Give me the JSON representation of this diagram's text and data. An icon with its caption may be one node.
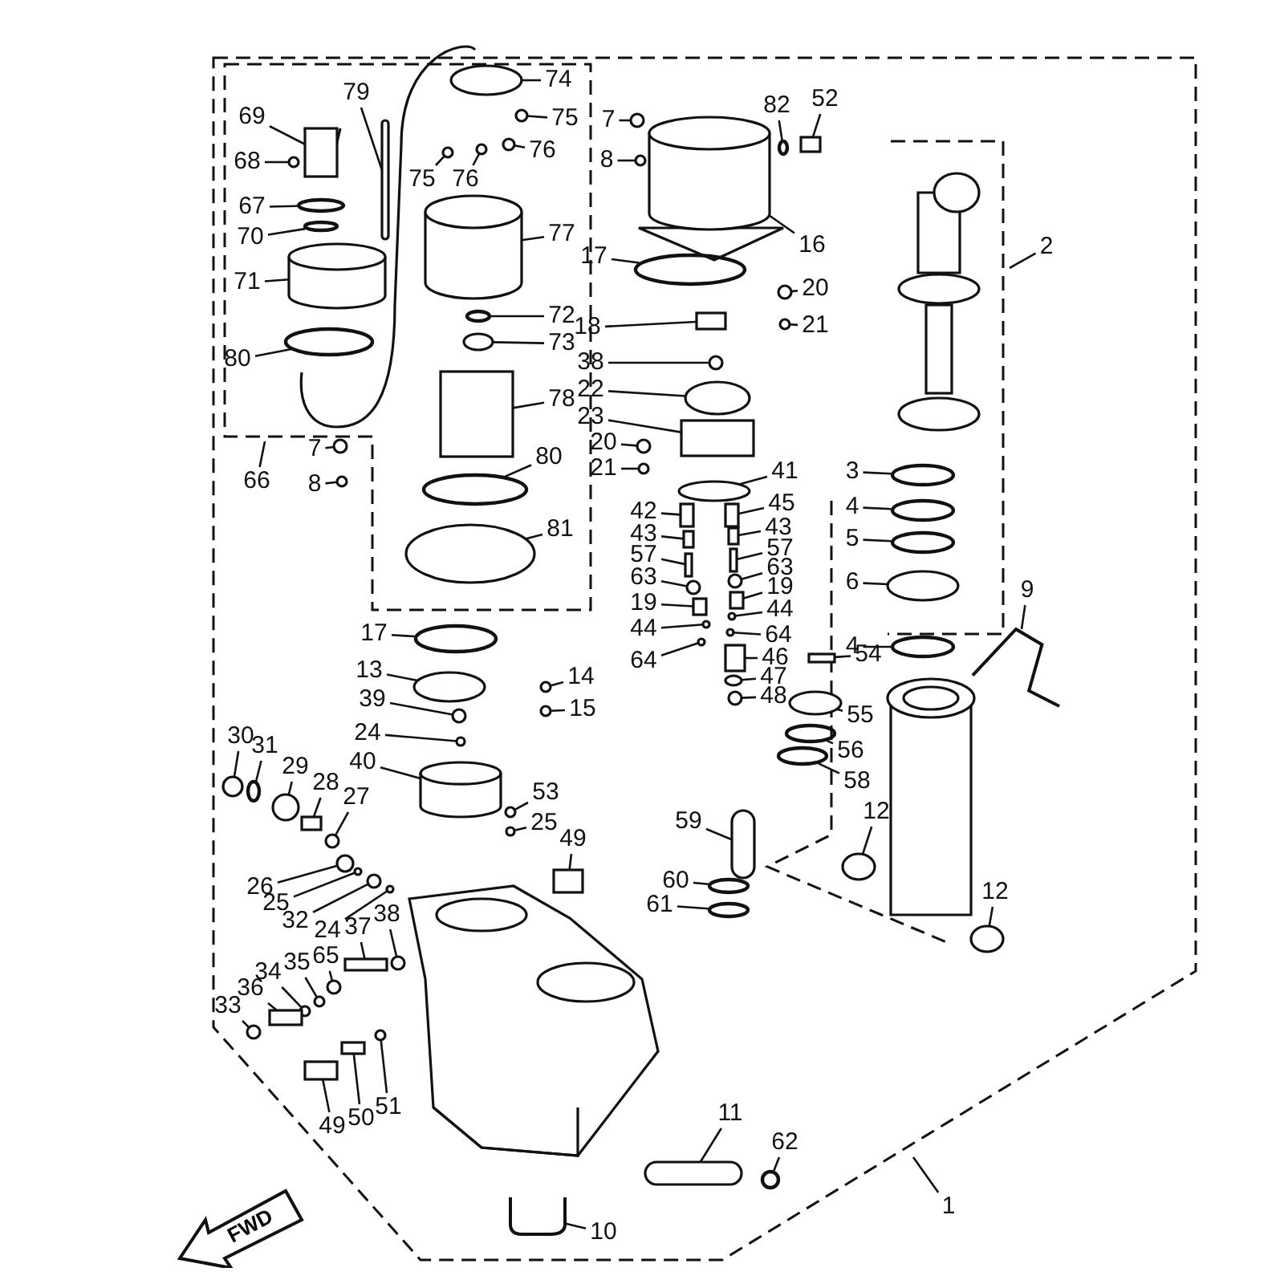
{
  "diagram": {
    "nodes": [
      {
        "text": [
          "79"
        ]
      },
      {
        "text": [
          "74"
        ]
      },
      {
        "text": [
          "69"
        ]
      },
      {
        "text": [
          "75"
        ]
      },
      {
        "text": [
          "76"
        ]
      },
      {
        "text": [
          "68"
        ]
      },
      {
        "text": [
          "75"
        ]
      },
      {
        "text": [
          "76"
        ]
      },
      {
        "text": [
          "67"
        ]
      },
      {
        "text": [
          "70"
        ]
      },
      {
        "text": [
          "71"
        ]
      },
      {
        "text": [
          "77"
        ]
      },
      {
        "text": [
          "72"
        ]
      },
      {
        "text": [
          "73"
        ]
      },
      {
        "text": [
          "80"
        ]
      },
      {
        "text": [
          "78"
        ]
      },
      {
        "text": [
          "80"
        ]
      },
      {
        "text": [
          "66"
        ]
      },
      {
        "text": [
          "7"
        ]
      },
      {
        "text": [
          "8"
        ]
      },
      {
        "text": [
          "81"
        ]
      },
      {
        "text": [
          "7"
        ]
      },
      {
        "text": [
          "8"
        ]
      },
      {
        "text": [
          "82"
        ]
      },
      {
        "text": [
          "52"
        ]
      },
      {
        "text": [
          "16"
        ]
      },
      {
        "text": [
          "17"
        ]
      },
      {
        "text": [
          "2"
        ]
      },
      {
        "text": [
          "20"
        ]
      },
      {
        "text": [
          "21"
        ]
      },
      {
        "text": [
          "18"
        ]
      },
      {
        "text": [
          "38"
        ]
      },
      {
        "text": [
          "22"
        ]
      },
      {
        "text": [
          "23"
        ]
      },
      {
        "text": [
          "20"
        ]
      },
      {
        "text": [
          "21"
        ]
      },
      {
        "text": [
          "41"
        ]
      },
      {
        "text": [
          "42"
        ]
      },
      {
        "text": [
          "45"
        ]
      },
      {
        "text": [
          "43"
        ]
      },
      {
        "text": [
          "43"
        ]
      },
      {
        "text": [
          "57"
        ]
      },
      {
        "text": [
          "57"
        ]
      },
      {
        "text": [
          "63"
        ]
      },
      {
        "text": [
          "63"
        ]
      },
      {
        "text": [
          "19"
        ]
      },
      {
        "text": [
          "19"
        ]
      },
      {
        "text": [
          "44"
        ]
      },
      {
        "text": [
          "44"
        ]
      },
      {
        "text": [
          "64"
        ]
      },
      {
        "text": [
          "64"
        ]
      },
      {
        "text": [
          "46"
        ]
      },
      {
        "text": [
          "47"
        ]
      },
      {
        "text": [
          "48"
        ]
      },
      {
        "text": [
          "3"
        ]
      },
      {
        "text": [
          "4"
        ]
      },
      {
        "text": [
          "5"
        ]
      },
      {
        "text": [
          "6"
        ]
      },
      {
        "text": [
          "4"
        ]
      },
      {
        "text": [
          "9"
        ]
      },
      {
        "text": [
          "54"
        ]
      },
      {
        "text": [
          "55"
        ]
      },
      {
        "text": [
          "56"
        ]
      },
      {
        "text": [
          "58"
        ]
      },
      {
        "text": [
          "59"
        ]
      },
      {
        "text": [
          "60"
        ]
      },
      {
        "text": [
          "61"
        ]
      },
      {
        "text": [
          "12"
        ]
      },
      {
        "text": [
          "12"
        ]
      },
      {
        "text": [
          "17"
        ]
      },
      {
        "text": [
          "13"
        ]
      },
      {
        "text": [
          "39"
        ]
      },
      {
        "text": [
          "14"
        ]
      },
      {
        "text": [
          "15"
        ]
      },
      {
        "text": [
          "24"
        ]
      },
      {
        "text": [
          "40"
        ]
      },
      {
        "text": [
          "53"
        ]
      },
      {
        "text": [
          "25"
        ]
      },
      {
        "text": [
          "49"
        ]
      },
      {
        "text": [
          "30"
        ]
      },
      {
        "text": [
          "31"
        ]
      },
      {
        "text": [
          "29"
        ]
      },
      {
        "text": [
          "28"
        ]
      },
      {
        "text": [
          "27"
        ]
      },
      {
        "text": [
          "26"
        ]
      },
      {
        "text": [
          "25"
        ]
      },
      {
        "text": [
          "32"
        ]
      },
      {
        "text": [
          "24"
        ]
      },
      {
        "text": [
          "37"
        ]
      },
      {
        "text": [
          "38"
        ]
      },
      {
        "text": [
          "34"
        ]
      },
      {
        "text": [
          "35"
        ]
      },
      {
        "text": [
          "65"
        ]
      },
      {
        "text": [
          "36"
        ]
      },
      {
        "text": [
          "33"
        ]
      },
      {
        "text": [
          "49"
        ]
      },
      {
        "text": [
          "50"
        ]
      },
      {
        "text": [
          "51"
        ]
      },
      {
        "text": [
          "11"
        ]
      },
      {
        "text": [
          "62"
        ]
      },
      {
        "text": [
          "10"
        ]
      },
      {
        "text": [
          "1"
        ]
      },
      {
        "text": [
          "FWD"
        ]
      },
      {
        "text": [],
        "shape": "bar"
      },
      {
        "text": [],
        "shape": "circle"
      },
      {
        "text": [],
        "shape": "box"
      },
      {
        "text": [],
        "shape": "circle"
      },
      {
        "text": [],
        "shape": "circle"
      },
      {
        "text": [],
        "shape": "circle"
      },
      {
        "text": [],
        "shape": "circle"
      },
      {
        "text": [],
        "shape": "circle"
      },
      {
        "text": [],
        "shape": "ring"
      },
      {
        "text": [],
        "shape": "ring"
      },
      {
        "text": [],
        "shape": "cylinder"
      },
      {
        "text": [],
        "shape": "cylinder"
      },
      {
        "text": [],
        "shape": "ring"
      },
      {
        "text": [],
        "shape": "circle"
      },
      {
        "text": [],
        "shape": "ring"
      },
      {
        "text": [],
        "shape": "box"
      },
      {
        "text": [],
        "shape": "ring"
      },
      {
        "text": [],
        "shape": "circle"
      },
      {
        "text": [],
        "shape": "circle"
      },
      {
        "text": [],
        "shape": "circle"
      },
      {
        "text": [],
        "shape": "circle"
      },
      {
        "text": [],
        "shape": "circle"
      },
      {
        "text": [],
        "shape": "ring"
      },
      {
        "text": [],
        "shape": "box"
      },
      {
        "text": [],
        "shape": "cylinder"
      },
      {
        "text": [],
        "shape": "ring"
      },
      {
        "text": [],
        "shape": "circle"
      },
      {
        "text": [],
        "shape": "circle"
      },
      {
        "text": [],
        "shape": "box"
      },
      {
        "text": [],
        "shape": "circle"
      },
      {
        "text": [],
        "shape": "circle"
      },
      {
        "text": [],
        "shape": "box"
      },
      {
        "text": [],
        "shape": "circle"
      },
      {
        "text": [],
        "shape": "circle"
      },
      {
        "text": [],
        "shape": "circle"
      },
      {
        "text": [],
        "shape": "box"
      },
      {
        "text": [],
        "shape": "box"
      },
      {
        "text": [],
        "shape": "box"
      },
      {
        "text": [],
        "shape": "box"
      },
      {
        "text": [],
        "shape": "box"
      },
      {
        "text": [],
        "shape": "box"
      },
      {
        "text": [],
        "shape": "circle"
      },
      {
        "text": [],
        "shape": "circle"
      },
      {
        "text": [],
        "shape": "box"
      },
      {
        "text": [],
        "shape": "box"
      },
      {
        "text": [],
        "shape": "circle"
      },
      {
        "text": [],
        "shape": "circle"
      },
      {
        "text": [],
        "shape": "circle"
      },
      {
        "text": [],
        "shape": "circle"
      },
      {
        "text": [],
        "shape": "box"
      },
      {
        "text": [],
        "shape": "circle"
      },
      {
        "text": [],
        "shape": "circle"
      },
      {
        "text": [],
        "shape": "ring"
      },
      {
        "text": [],
        "shape": "ring"
      },
      {
        "text": [],
        "shape": "ring"
      },
      {
        "text": [],
        "shape": "circle"
      },
      {
        "text": [],
        "shape": "ring"
      },
      {
        "text": [],
        "shape": "pipe"
      },
      {
        "text": [],
        "shape": "box"
      },
      {
        "text": [],
        "shape": "circle"
      },
      {
        "text": [],
        "shape": "ring"
      },
      {
        "text": [],
        "shape": "ring"
      },
      {
        "text": [],
        "shape": "bar"
      },
      {
        "text": [],
        "shape": "ring"
      },
      {
        "text": [],
        "shape": "ring"
      },
      {
        "text": [],
        "shape": "circle"
      },
      {
        "text": [],
        "shape": "circle"
      },
      {
        "text": [],
        "shape": "ring"
      },
      {
        "text": [],
        "shape": "circle"
      },
      {
        "text": [],
        "shape": "circle"
      },
      {
        "text": [],
        "shape": "circle"
      },
      {
        "text": [],
        "shape": "circle"
      },
      {
        "text": [],
        "shape": "circle"
      },
      {
        "text": [],
        "shape": "cylinder"
      },
      {
        "text": [],
        "shape": "circle"
      },
      {
        "text": [],
        "shape": "circle"
      },
      {
        "text": [],
        "shape": "box"
      },
      {
        "text": [],
        "shape": "circle"
      },
      {
        "text": [],
        "shape": "ring"
      },
      {
        "text": [],
        "shape": "circle"
      },
      {
        "text": [],
        "shape": "box"
      },
      {
        "text": [],
        "shape": "circle"
      },
      {
        "text": [],
        "shape": "circle"
      },
      {
        "text": [],
        "shape": "circle"
      },
      {
        "text": [],
        "shape": "circle"
      },
      {
        "text": [],
        "shape": "circle"
      },
      {
        "text": [],
        "shape": "box"
      },
      {
        "text": [],
        "shape": "circle"
      },
      {
        "text": [],
        "shape": "circle"
      },
      {
        "text": [],
        "shape": "circle"
      },
      {
        "text": [],
        "shape": "circle"
      },
      {
        "text": [],
        "shape": "box"
      },
      {
        "text": [],
        "shape": "circle"
      },
      {
        "text": [],
        "shape": "box"
      },
      {
        "text": [],
        "shape": "box"
      },
      {
        "text": [],
        "shape": "circle"
      },
      {
        "text": [],
        "shape": "bar"
      },
      {
        "text": [],
        "shape": "ring"
      },
      {
        "text": [],
        "shape": "pipe"
      }
    ],
    "edges": [
      {
        "from": 0,
        "to": 103,
        "arrow": "none"
      },
      {
        "from": 1,
        "to": 104,
        "arrow": "none"
      },
      {
        "from": 2,
        "to": 105,
        "arrow": "none"
      },
      {
        "from": 3,
        "to": 106,
        "arrow": "none"
      },
      {
        "from": 4,
        "to": 107,
        "arrow": "none"
      },
      {
        "from": 5,
        "to": 108,
        "arrow": "none"
      },
      {
        "from": 6,
        "to": 109,
        "arrow": "none"
      },
      {
        "from": 7,
        "to": 110,
        "arrow": "none"
      },
      {
        "from": 8,
        "to": 111,
        "arrow": "none"
      },
      {
        "from": 9,
        "to": 112,
        "arrow": "none"
      },
      {
        "from": 10,
        "to": 113,
        "arrow": "none"
      },
      {
        "from": 11,
        "to": 114,
        "arrow": "none"
      },
      {
        "from": 12,
        "to": 115,
        "arrow": "none"
      },
      {
        "from": 13,
        "to": 116,
        "arrow": "none"
      },
      {
        "from": 14,
        "to": 117,
        "arrow": "none"
      },
      {
        "from": 15,
        "to": 118,
        "arrow": "none"
      },
      {
        "from": 16,
        "to": 119,
        "arrow": "none"
      },
      {
        "from": 17,
        "to": null,
        "arrow": "none"
      },
      {
        "from": 18,
        "to": 120,
        "arrow": "none"
      },
      {
        "from": 19,
        "to": 121,
        "arrow": "none"
      },
      {
        "from": 20,
        "to": 122,
        "arrow": "none"
      },
      {
        "from": 21,
        "to": 123,
        "arrow": "none"
      },
      {
        "from": 22,
        "to": 124,
        "arrow": "none"
      },
      {
        "from": 23,
        "to": 125,
        "arrow": "none"
      },
      {
        "from": 24,
        "to": 126,
        "arrow": "none"
      },
      {
        "from": 25,
        "to": 127,
        "arrow": "none"
      },
      {
        "from": 26,
        "to": 128,
        "arrow": "none"
      },
      {
        "from": 27,
        "to": null,
        "arrow": "none"
      },
      {
        "from": 28,
        "to": 129,
        "arrow": "none"
      },
      {
        "from": 29,
        "to": 130,
        "arrow": "none"
      },
      {
        "from": 30,
        "to": 131,
        "arrow": "none"
      },
      {
        "from": 31,
        "to": 132,
        "arrow": "none"
      },
      {
        "from": 32,
        "to": 133,
        "arrow": "none"
      },
      {
        "from": 33,
        "to": 134,
        "arrow": "none"
      },
      {
        "from": 34,
        "to": 135,
        "arrow": "none"
      },
      {
        "from": 35,
        "to": 136,
        "arrow": "none"
      },
      {
        "from": 36,
        "to": 137,
        "arrow": "none"
      },
      {
        "from": 37,
        "to": 138,
        "arrow": "none"
      },
      {
        "from": 38,
        "to": 139,
        "arrow": "none"
      },
      {
        "from": 39,
        "to": 140,
        "arrow": "none"
      },
      {
        "from": 40,
        "to": 141,
        "arrow": "none"
      },
      {
        "from": 41,
        "to": 142,
        "arrow": "none"
      },
      {
        "from": 42,
        "to": 143,
        "arrow": "none"
      },
      {
        "from": 43,
        "to": 144,
        "arrow": "none"
      },
      {
        "from": 44,
        "to": 145,
        "arrow": "none"
      },
      {
        "from": 45,
        "to": 146,
        "arrow": "none"
      },
      {
        "from": 46,
        "to": 147,
        "arrow": "none"
      },
      {
        "from": 47,
        "to": 148,
        "arrow": "none"
      },
      {
        "from": 48,
        "to": 149,
        "arrow": "none"
      },
      {
        "from": 49,
        "to": 150,
        "arrow": "none"
      },
      {
        "from": 50,
        "to": 151,
        "arrow": "none"
      },
      {
        "from": 51,
        "to": 152,
        "arrow": "none"
      },
      {
        "from": 52,
        "to": 153,
        "arrow": "none"
      },
      {
        "from": 53,
        "to": 154,
        "arrow": "none"
      },
      {
        "from": 54,
        "to": 155,
        "arrow": "none"
      },
      {
        "from": 55,
        "to": 156,
        "arrow": "none"
      },
      {
        "from": 56,
        "to": 157,
        "arrow": "none"
      },
      {
        "from": 57,
        "to": 158,
        "arrow": "none"
      },
      {
        "from": 58,
        "to": 159,
        "arrow": "none"
      },
      {
        "from": 59,
        "to": 160,
        "arrow": "none"
      },
      {
        "from": 60,
        "to": 161,
        "arrow": "none"
      },
      {
        "from": 61,
        "to": 162,
        "arrow": "none"
      },
      {
        "from": 62,
        "to": 163,
        "arrow": "none"
      },
      {
        "from": 63,
        "to": 164,
        "arrow": "none"
      },
      {
        "from": 64,
        "to": 165,
        "arrow": "none"
      },
      {
        "from": 65,
        "to": 166,
        "arrow": "none"
      },
      {
        "from": 66,
        "to": 167,
        "arrow": "none"
      },
      {
        "from": 67,
        "to": 168,
        "arrow": "none"
      },
      {
        "from": 68,
        "to": 169,
        "arrow": "none"
      },
      {
        "from": 69,
        "to": 170,
        "arrow": "none"
      },
      {
        "from": 70,
        "to": 171,
        "arrow": "none"
      },
      {
        "from": 71,
        "to": 172,
        "arrow": "none"
      },
      {
        "from": 72,
        "to": 173,
        "arrow": "none"
      },
      {
        "from": 73,
        "to": 174,
        "arrow": "none"
      },
      {
        "from": 74,
        "to": 175,
        "arrow": "none"
      },
      {
        "from": 75,
        "to": 176,
        "arrow": "none"
      },
      {
        "from": 76,
        "to": 177,
        "arrow": "none"
      },
      {
        "from": 77,
        "to": 178,
        "arrow": "none"
      },
      {
        "from": 78,
        "to": 179,
        "arrow": "none"
      },
      {
        "from": 79,
        "to": 180,
        "arrow": "none"
      },
      {
        "from": 80,
        "to": 181,
        "arrow": "none"
      },
      {
        "from": 81,
        "to": 182,
        "arrow": "none"
      },
      {
        "from": 82,
        "to": 183,
        "arrow": "none"
      },
      {
        "from": 83,
        "to": 184,
        "arrow": "none"
      },
      {
        "from": 84,
        "to": 185,
        "arrow": "none"
      },
      {
        "from": 85,
        "to": 186,
        "arrow": "none"
      },
      {
        "from": 86,
        "to": 187,
        "arrow": "none"
      },
      {
        "from": 87,
        "to": 188,
        "arrow": "none"
      },
      {
        "from": 88,
        "to": 189,
        "arrow": "none"
      },
      {
        "from": 89,
        "to": 190,
        "arrow": "none"
      },
      {
        "from": 90,
        "to": 191,
        "arrow": "none"
      },
      {
        "from": 91,
        "to": 192,
        "arrow": "none"
      },
      {
        "from": 92,
        "to": 193,
        "arrow": "none"
      },
      {
        "from": 93,
        "to": 194,
        "arrow": "none"
      },
      {
        "from": 94,
        "to": 195,
        "arrow": "none"
      },
      {
        "from": 95,
        "to": 196,
        "arrow": "none"
      },
      {
        "from": 96,
        "to": 197,
        "arrow": "none"
      },
      {
        "from": 97,
        "to": 198,
        "arrow": "none"
      },
      {
        "from": 98,
        "to": 199,
        "arrow": "none"
      },
      {
        "from": 99,
        "to": 200,
        "arrow": "none"
      },
      {
        "from": 100,
        "to": 201,
        "arrow": "none"
      },
      {
        "from": 101,
        "to": null,
        "arrow": "none"
      }
    ]
  }
}
